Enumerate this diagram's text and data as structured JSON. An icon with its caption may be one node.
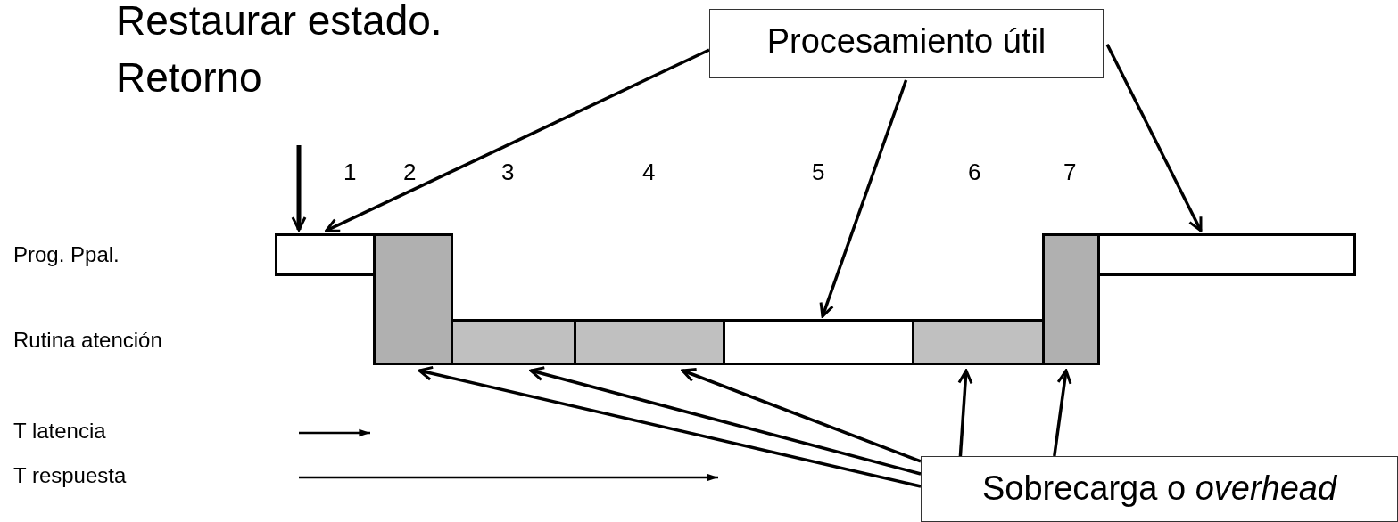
{
  "diagram": {
    "nodes": [
      {
        "text": [
          "Procesamiento útil"
        ]
      },
      {
        "text": [
          "Sobrecarga o *overhead*"
        ]
      },
      {
        "text": [],
        "shape": "bar"
      },
      {
        "text": [],
        "shape": "bar"
      },
      {
        "text": [],
        "shape": "bar"
      },
      {
        "text": [],
        "shape": "bar"
      },
      {
        "text": [],
        "shape": "bar"
      },
      {
        "text": [],
        "shape": "bar"
      },
      {
        "text": [],
        "shape": "bar"
      },
      {
        "text": [],
        "shape": "bar"
      }
    ],
    "edges": [
      {
        "from": null,
        "to": 2,
        "arrow": "to"
      },
      {
        "from": 0,
        "to": 2,
        "arrow": "to"
      },
      {
        "from": 0,
        "to": 6,
        "arrow": "to"
      },
      {
        "from": 0,
        "to": 9,
        "arrow": "to"
      },
      {
        "from": 1,
        "to": 3,
        "arrow": "to"
      },
      {
        "from": 1,
        "to": 4,
        "arrow": "to"
      },
      {
        "from": 1,
        "to": 5,
        "arrow": "to"
      },
      {
        "from": 1,
        "to": 7,
        "arrow": "to"
      },
      {
        "from": 1,
        "to": 8,
        "arrow": "to"
      }
    ],
    "labels": [
      "Restaurar estado.",
      "Retorno",
      "1",
      "2",
      "3",
      "4",
      "5",
      "6",
      "7",
      "Prog. Ppal.",
      "Rutina atención",
      "T latencia",
      "T respuesta"
    ]
  }
}
